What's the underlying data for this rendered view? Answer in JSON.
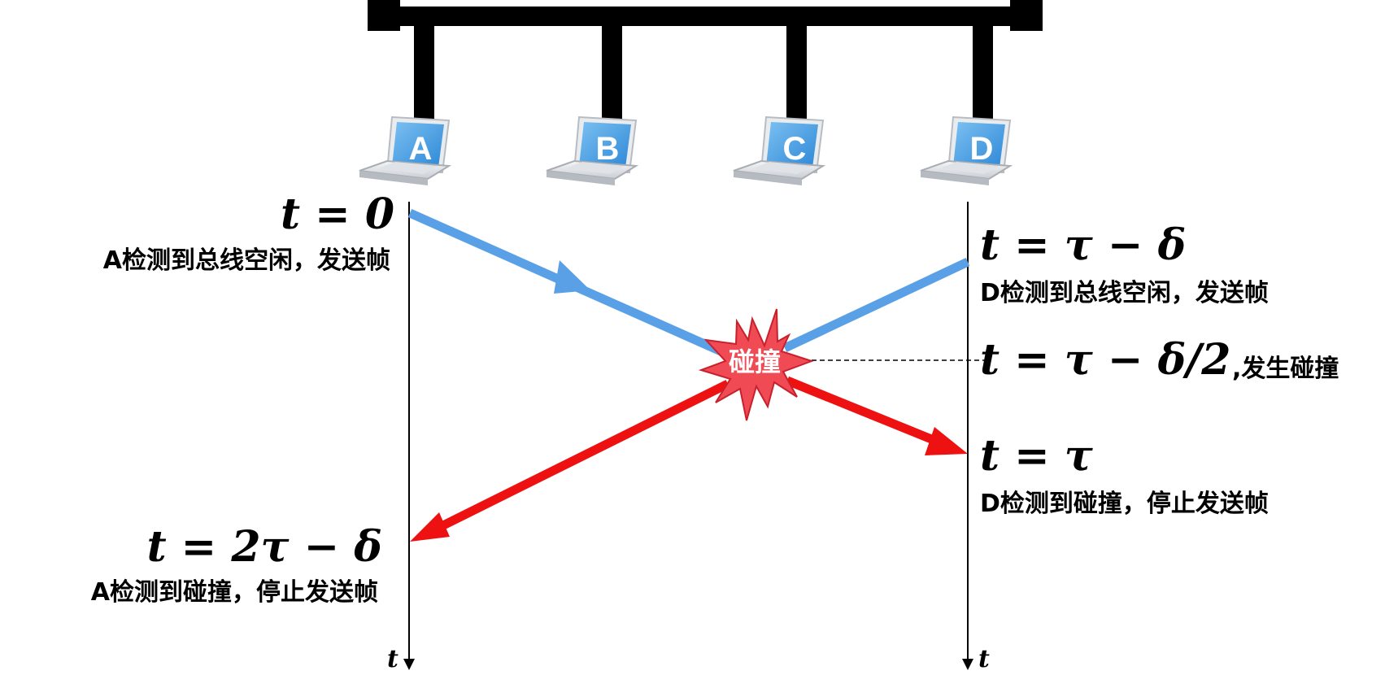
{
  "nodes": [
    {
      "letter": "A"
    },
    {
      "letter": "B"
    },
    {
      "letter": "C"
    },
    {
      "letter": "D"
    }
  ],
  "collision_label": "碰撞",
  "left_annotations": {
    "t0_math": "t = 0",
    "t0_desc": "A检测到总线空闲，发送帧",
    "t2_math": "t = 2τ − δ",
    "t2_desc": "A检测到碰撞，停止发送帧"
  },
  "right_annotations": {
    "t1_math": "t = τ − δ",
    "t1_desc": "D检测到总线空闲，发送帧",
    "tc_math": "t = τ − δ/2",
    "tc_desc": ",发生碰撞",
    "t3_math": "t = τ",
    "t3_desc": "D检测到碰撞，停止发送帧"
  },
  "axis_label_left": "t",
  "axis_label_right": "t",
  "colors": {
    "bus": "#000000",
    "blue_signal": "#5aa0e6",
    "red_signal": "#ee1111",
    "burst": "#f04a55",
    "laptop_screen": "#4aa3e8"
  },
  "icons": [
    "laptop-icon",
    "collision-burst-icon"
  ]
}
